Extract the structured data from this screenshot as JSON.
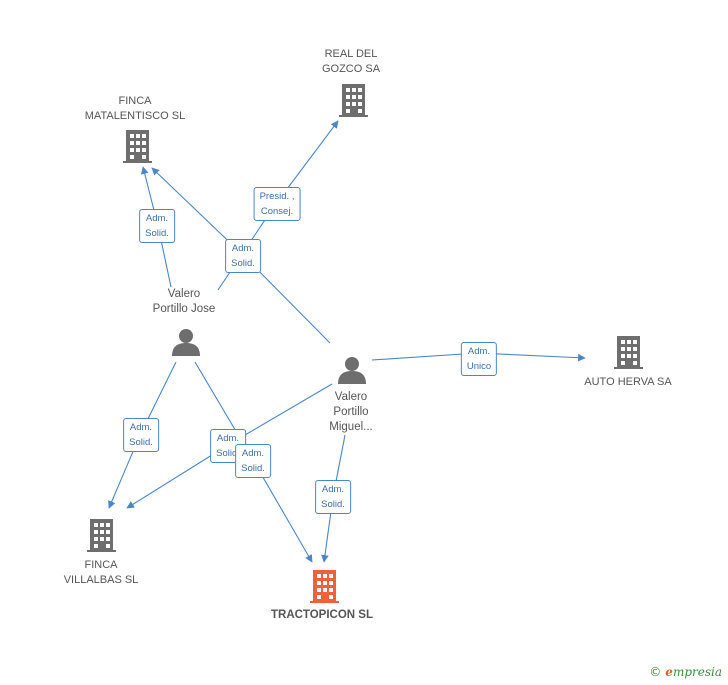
{
  "companies": {
    "real_del_gozco": {
      "line1": "REAL DEL",
      "line2": "GOZCO SA"
    },
    "finca_matalentisco": {
      "line1": "FINCA",
      "line2": "MATALENTISCO SL"
    },
    "auto_herva": {
      "line1": "AUTO HERVA SA"
    },
    "finca_villalbas": {
      "line1": "FINCA",
      "line2": "VILLALBAS SL"
    },
    "tractopicon": {
      "line1": "TRACTOPICON SL"
    }
  },
  "persons": {
    "valero_jose": {
      "line1": "Valero",
      "line2": "Portillo Jose"
    },
    "valero_miguel": {
      "line1": "Valero",
      "line2": "Portillo",
      "line3": "Miguel..."
    }
  },
  "edge_labels": {
    "presid_consej": {
      "line1": "Presid. ,",
      "line2": "Consej."
    },
    "adm_solid_a": {
      "line1": "Adm.",
      "line2": "Solid."
    },
    "adm_solid_b": {
      "line1": "Adm.",
      "line2": "Solid."
    },
    "adm_unico": {
      "line1": "Adm.",
      "line2": "Unico"
    },
    "adm_solid_c": {
      "line1": "Adm.",
      "line2": "Solid."
    },
    "adm_solid_d": {
      "line1": "Adm.",
      "line2": "Solid."
    },
    "adm_solid_e": {
      "line1": "Adm.",
      "line2": "Solid."
    },
    "adm_solid_f": {
      "line1": "Adm.",
      "line2": "Solid."
    }
  },
  "footer": {
    "copyright": "©",
    "brand_initial": "e",
    "brand_rest": "mpresia"
  },
  "colors": {
    "edge": "#4a86c8",
    "icon": "#6e6e6e",
    "focus": "#f0603a"
  }
}
